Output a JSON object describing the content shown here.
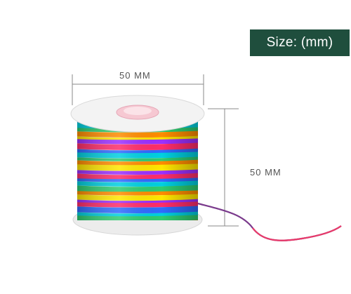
{
  "badge": {
    "text": "Size: (mm)",
    "color": "#1f4e3d"
  },
  "dimensions": {
    "width_label": "50 MM",
    "height_label": "50 MM"
  },
  "product": {
    "name_icon": "spool-icon",
    "thread_colors": [
      "#ff2d6a",
      "#ffe600",
      "#2ecc71",
      "#2f6bff",
      "#9b30ff",
      "#ff8c00",
      "#00d0e0"
    ]
  }
}
